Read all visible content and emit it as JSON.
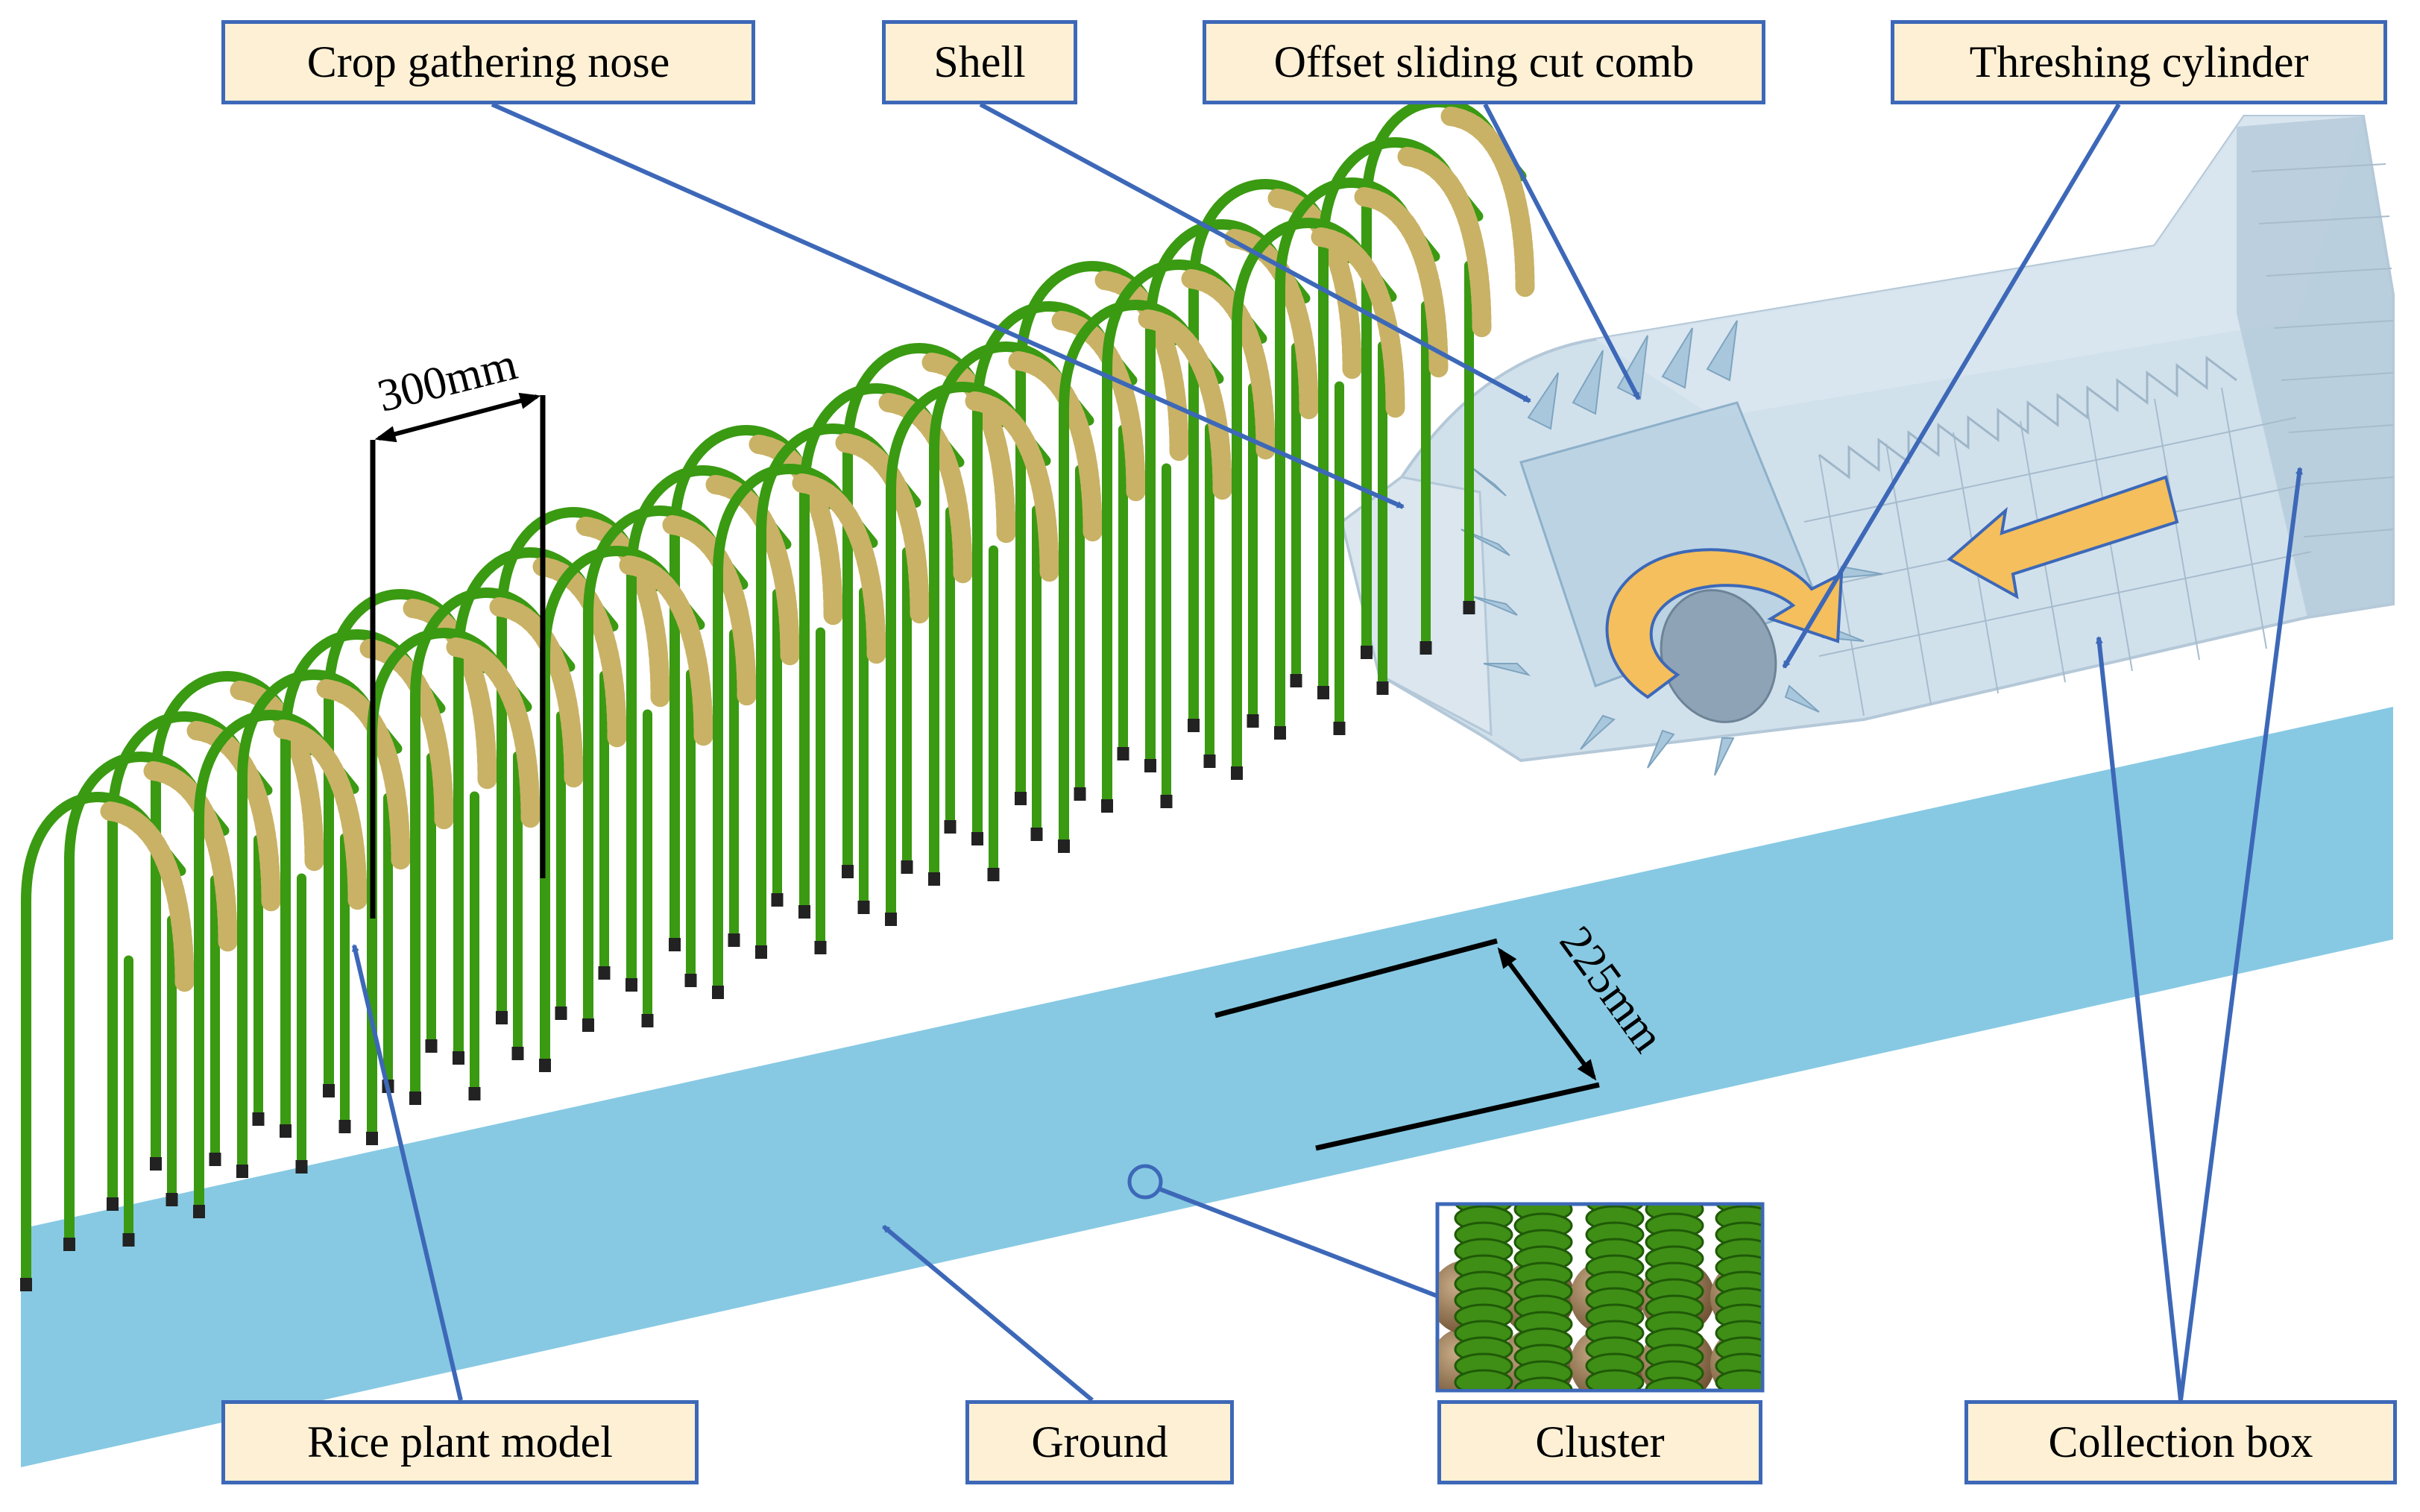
{
  "labels": {
    "crop_gathering_nose": "Crop gathering nose",
    "shell": "Shell",
    "offset_sliding_cut_comb": "Offset sliding cut comb",
    "threshing_cylinder": "Threshing cylinder",
    "rice_plant_model": "Rice plant model",
    "ground": "Ground",
    "cluster": "Cluster",
    "collection_box": "Collection box"
  },
  "dimensions": {
    "row_spacing": "300mm",
    "plant_spacing": "225mm"
  },
  "colors": {
    "callout_border": "#3d68b8",
    "callout_fill": "#fdf0d5",
    "leader_line": "#3d68b8",
    "ground": "#87c9e3",
    "stem": "#3a9a12",
    "panicle": "#c9b266",
    "shell": "#cbdde9",
    "flow_arrow": "#f4bf5c",
    "particle_ball": "#8a6e4f"
  }
}
